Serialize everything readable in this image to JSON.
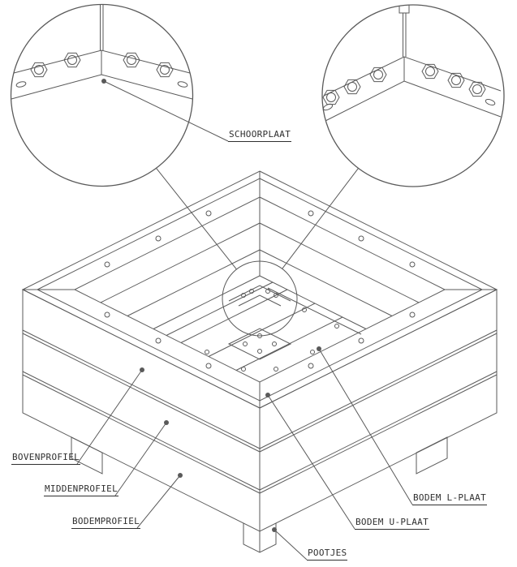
{
  "diagram": {
    "labels": {
      "schoorplaat": "SCHOORPLAAT",
      "bovenprofiel": "BOVENPROFIEL",
      "middenprofiel": "MIDDENPROFIEL",
      "bodemprofiel": "BODEMPROFIEL",
      "bodem_l_plaat": "BODEM L-PLAAT",
      "bodem_u_plaat": "BODEM U-PLAAT",
      "pootjes": "POOTJES"
    },
    "colors": {
      "line": "#5a5a5a",
      "text": "#2f2f2f",
      "background": "#ffffff"
    }
  }
}
